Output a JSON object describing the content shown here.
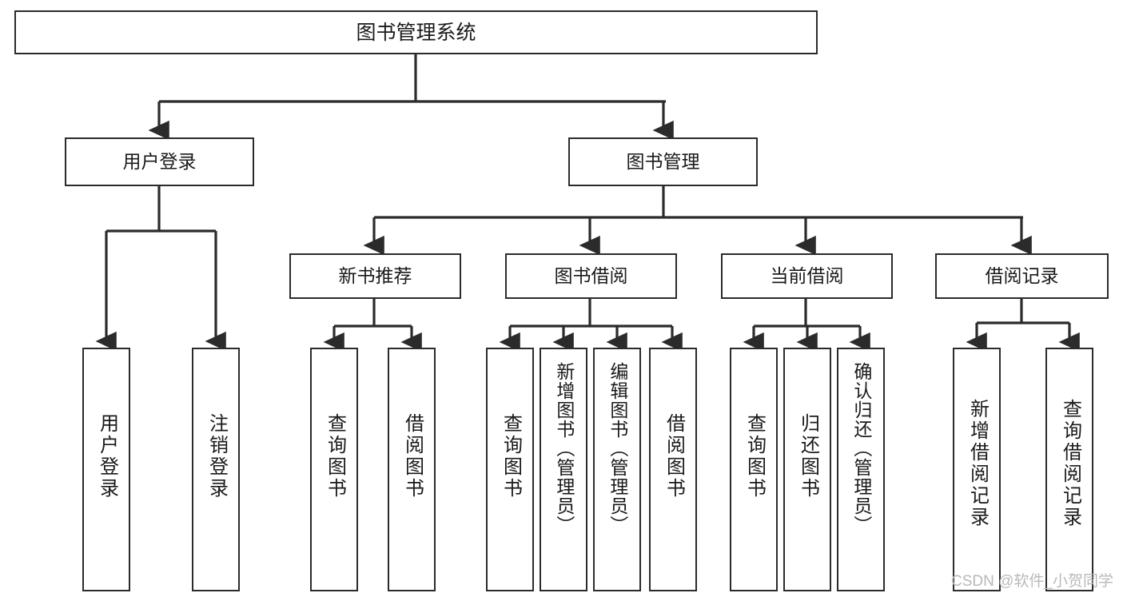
{
  "diagram": {
    "type": "tree-hierarchy",
    "title": "图书管理系统",
    "watermark": "CSDN @软件_小贺同学",
    "colors": {
      "stroke": "#2b2b2b",
      "fill": "#ffffff",
      "text": "#1a1a1a",
      "watermark": "#b9b9b9"
    },
    "nodes": {
      "root": {
        "label": "图书管理系统"
      },
      "level2": [
        {
          "id": "user-login",
          "label": "用户登录"
        },
        {
          "id": "book-management",
          "label": "图书管理"
        }
      ],
      "level3": [
        {
          "id": "new-book-recommend",
          "label": "新书推荐"
        },
        {
          "id": "book-borrow",
          "label": "图书借阅"
        },
        {
          "id": "current-borrow",
          "label": "当前借阅"
        },
        {
          "id": "borrow-record",
          "label": "借阅记录"
        }
      ],
      "leaves": [
        {
          "id": "leaf-user-login",
          "label": "用户登录"
        },
        {
          "id": "leaf-logout-login",
          "label": "注销登录"
        },
        {
          "id": "leaf-query-book-1",
          "label": "查询图书"
        },
        {
          "id": "leaf-borrow-book-1",
          "label": "借阅图书"
        },
        {
          "id": "leaf-query-book-2",
          "label": "查询图书"
        },
        {
          "id": "leaf-add-book",
          "label": "新增图书（管理员）"
        },
        {
          "id": "leaf-edit-book",
          "label": "编辑图书（管理员）"
        },
        {
          "id": "leaf-borrow-book-2",
          "label": "借阅图书"
        },
        {
          "id": "leaf-query-book-3",
          "label": "查询图书"
        },
        {
          "id": "leaf-return-book",
          "label": "归还图书"
        },
        {
          "id": "leaf-confirm-return",
          "label": "确认归还（管理员）"
        },
        {
          "id": "leaf-add-record",
          "label": "新增借阅记录"
        },
        {
          "id": "leaf-query-record",
          "label": "查询借阅记录"
        }
      ]
    }
  }
}
